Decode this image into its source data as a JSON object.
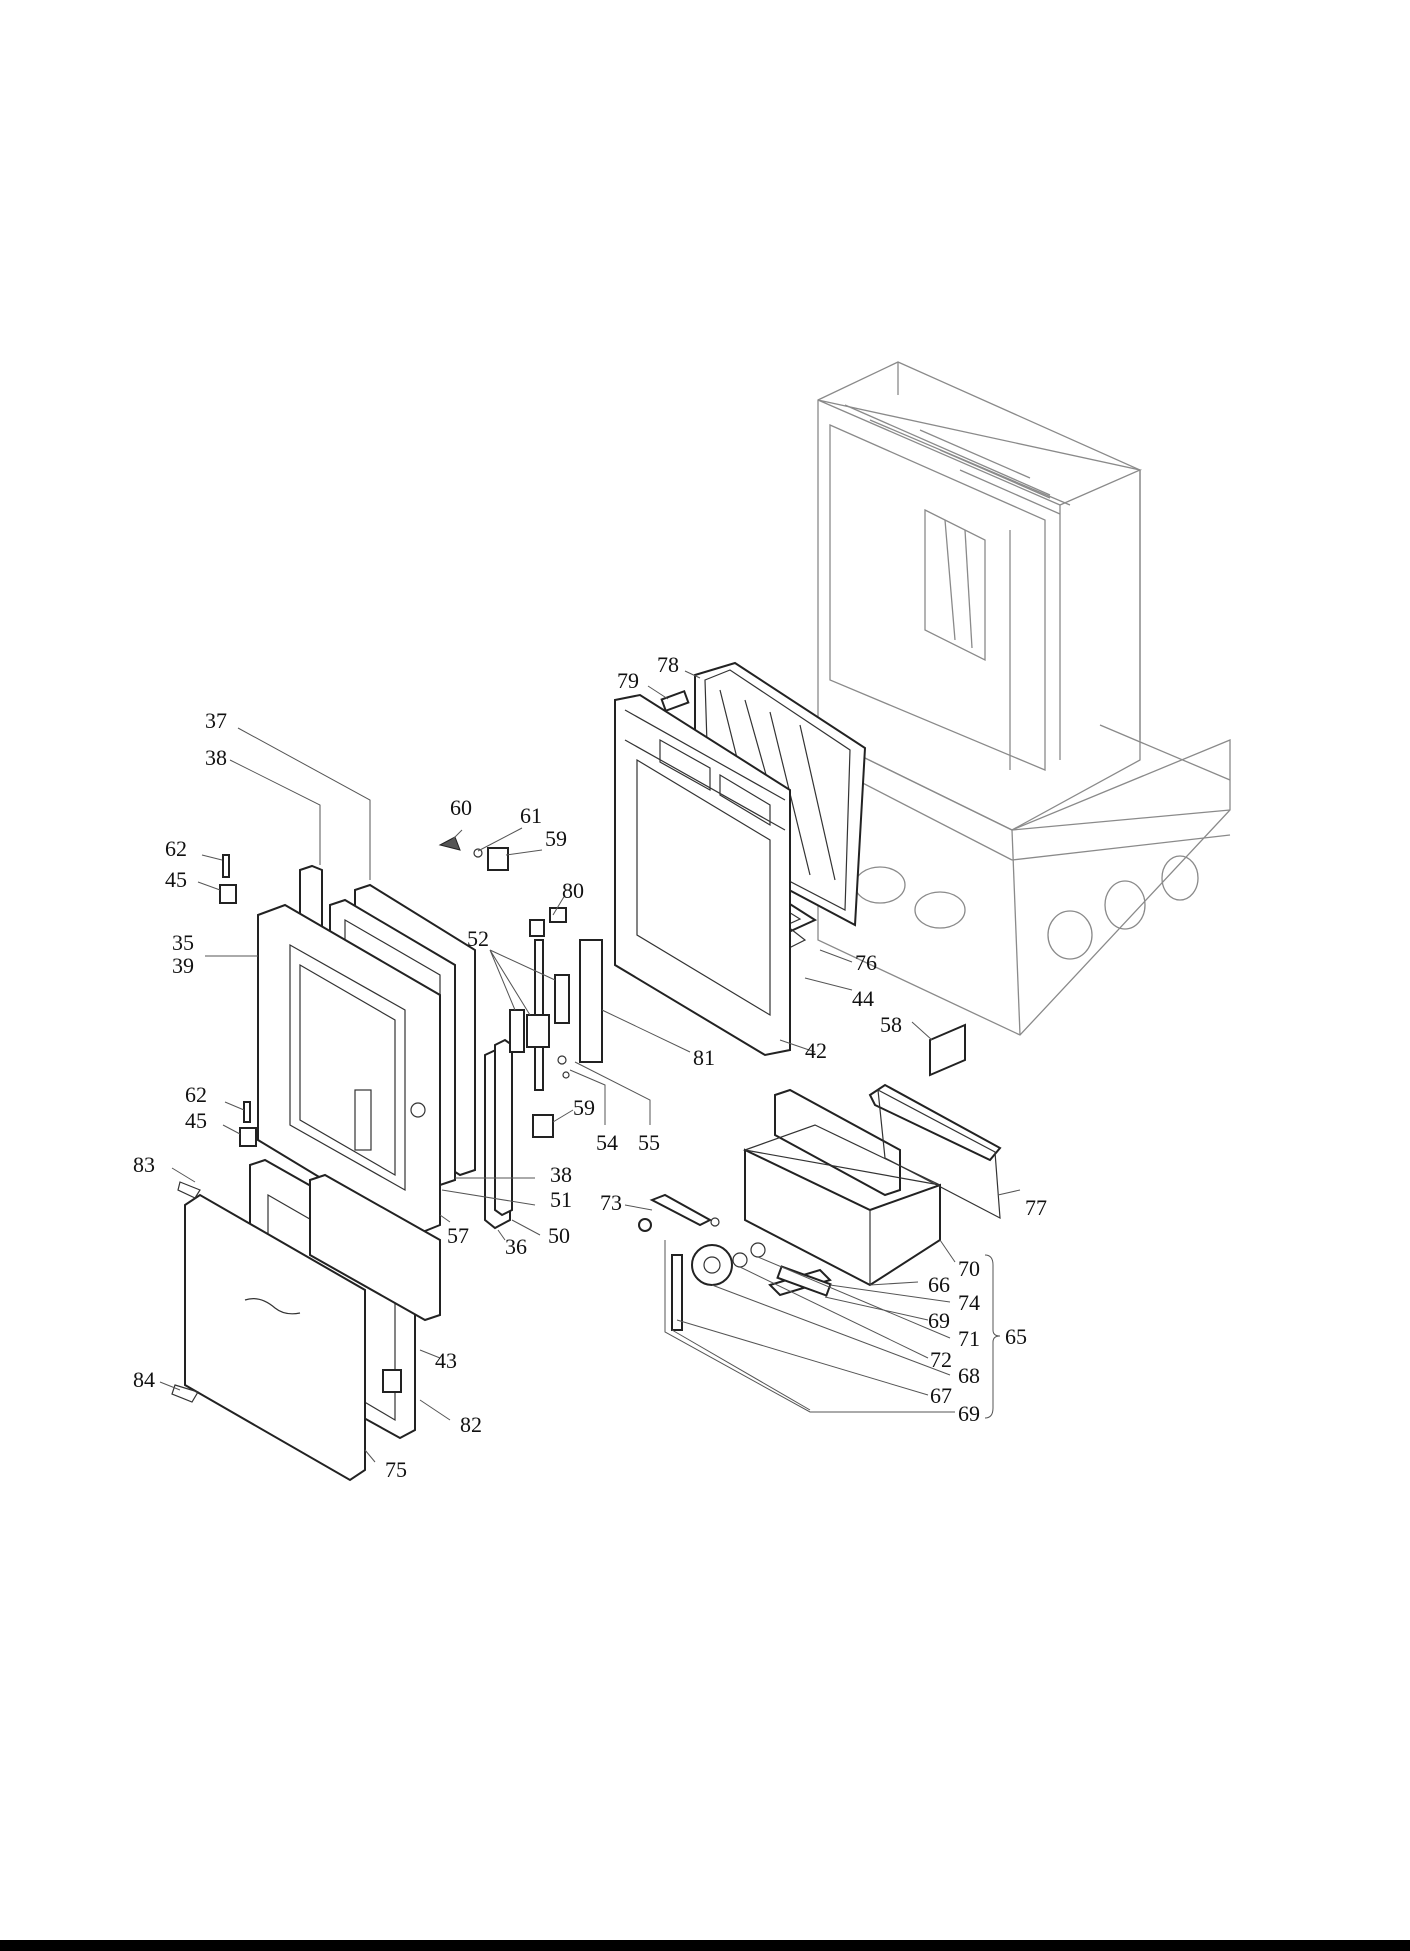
{
  "labels": [
    {
      "id": "l37",
      "text": "37"
    },
    {
      "id": "l38a",
      "text": "38"
    },
    {
      "id": "l62a",
      "text": "62"
    },
    {
      "id": "l45a",
      "text": "45"
    },
    {
      "id": "l35",
      "text": "35"
    },
    {
      "id": "l39",
      "text": "39"
    },
    {
      "id": "l60",
      "text": "60"
    },
    {
      "id": "l61",
      "text": "61"
    },
    {
      "id": "l59a",
      "text": "59"
    },
    {
      "id": "l80",
      "text": "80"
    },
    {
      "id": "l52",
      "text": "52"
    },
    {
      "id": "l79",
      "text": "79"
    },
    {
      "id": "l78",
      "text": "78"
    },
    {
      "id": "l76",
      "text": "76"
    },
    {
      "id": "l44",
      "text": "44"
    },
    {
      "id": "l58",
      "text": "58"
    },
    {
      "id": "l81",
      "text": "81"
    },
    {
      "id": "l42",
      "text": "42"
    },
    {
      "id": "l62b",
      "text": "62"
    },
    {
      "id": "l45b",
      "text": "45"
    },
    {
      "id": "l59b",
      "text": "59"
    },
    {
      "id": "l54",
      "text": "54"
    },
    {
      "id": "l55",
      "text": "55"
    },
    {
      "id": "l83",
      "text": "83"
    },
    {
      "id": "l38b",
      "text": "38"
    },
    {
      "id": "l51",
      "text": "51"
    },
    {
      "id": "l57",
      "text": "57"
    },
    {
      "id": "l50",
      "text": "50"
    },
    {
      "id": "l36",
      "text": "36"
    },
    {
      "id": "l73",
      "text": "73"
    },
    {
      "id": "l77",
      "text": "77"
    },
    {
      "id": "l70",
      "text": "70"
    },
    {
      "id": "l66",
      "text": "66"
    },
    {
      "id": "l74",
      "text": "74"
    },
    {
      "id": "l69a",
      "text": "69"
    },
    {
      "id": "l71",
      "text": "71"
    },
    {
      "id": "l65",
      "text": "65"
    },
    {
      "id": "l72",
      "text": "72"
    },
    {
      "id": "l68",
      "text": "68"
    },
    {
      "id": "l67",
      "text": "67"
    },
    {
      "id": "l69b",
      "text": "69"
    },
    {
      "id": "l43",
      "text": "43"
    },
    {
      "id": "l84",
      "text": "84"
    },
    {
      "id": "l82",
      "text": "82"
    },
    {
      "id": "l75",
      "text": "75"
    }
  ]
}
